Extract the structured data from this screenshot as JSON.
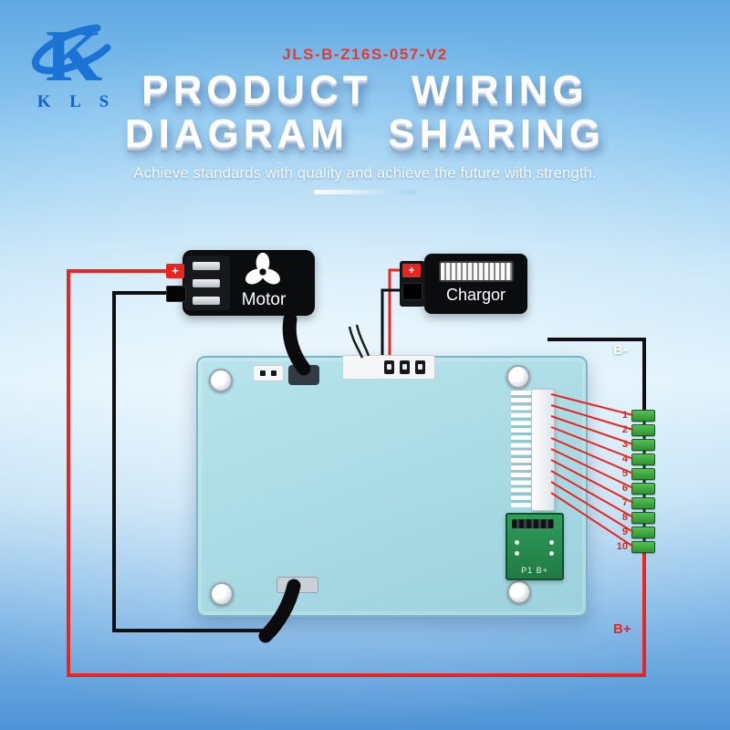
{
  "page": {
    "logo_text": "K L S",
    "model_number": "JLS-B-Z16S-057-V2",
    "title_line1": "PRODUCT WIRING",
    "title_line2": "DIAGRAM SHARING",
    "subtitle": "Achieve standards with quality and achieve the future with strength."
  },
  "diagram": {
    "motor": {
      "label": "Motor",
      "plus_terminal": "+"
    },
    "charger": {
      "label": "Chargor",
      "plus_terminal": "+"
    },
    "terminals": {
      "b_minus": "B-",
      "b_plus": "B+"
    },
    "board": {
      "pcb_silkscreen": "P1 B+"
    },
    "cell_numbers": [
      "1",
      "2",
      "3",
      "4",
      "5",
      "6",
      "7",
      "8",
      "9",
      "10"
    ],
    "colors": {
      "wire_red": "#e8251f",
      "wire_black": "#101012",
      "board_teal": "#a9dde6",
      "resistor_green": "#3aa33d",
      "accent_red_text": "#e63a2e"
    },
    "icons": {
      "logo": "kls-swoosh-icon",
      "motor": "fan-icon",
      "charger": "led-bar-display"
    }
  }
}
